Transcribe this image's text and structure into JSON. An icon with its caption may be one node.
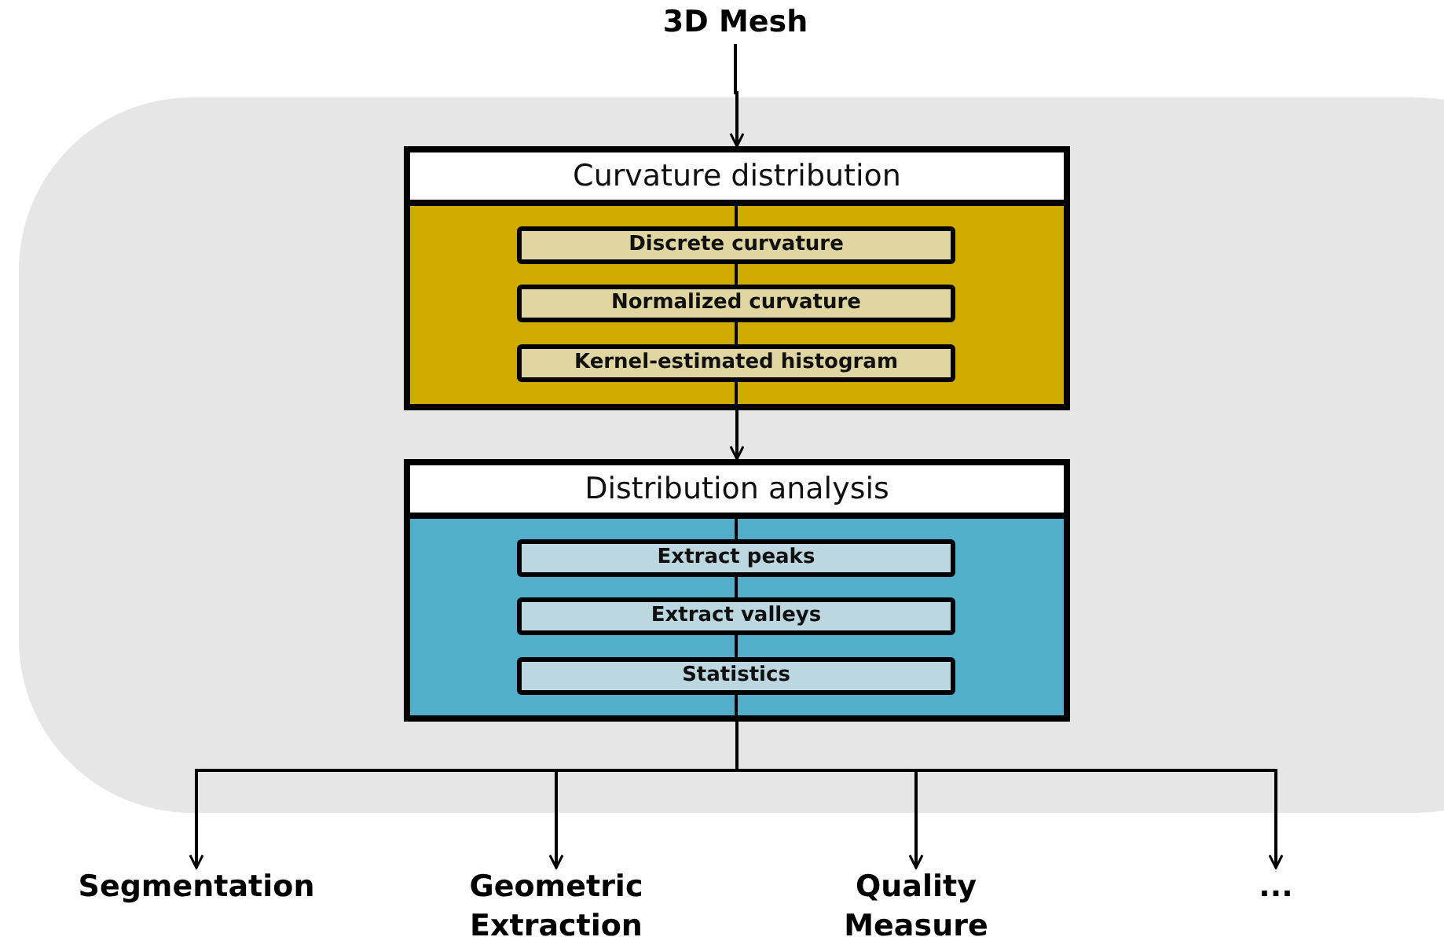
{
  "diagram": {
    "nodes": [
      {
        "text": [
          "3D Mesh"
        ]
      },
      {
        "text": [
          "Curvature distribution"
        ]
      },
      {
        "text": [
          "Discrete curvature"
        ],
        "in": 1
      },
      {
        "text": [
          "Normalized curvature"
        ],
        "in": 1
      },
      {
        "text": [
          "Kernel-estimated histogram"
        ],
        "in": 1
      },
      {
        "text": [
          "Distribution analysis"
        ]
      },
      {
        "text": [
          "Extract peaks"
        ],
        "in": 5
      },
      {
        "text": [
          "Extract valleys"
        ],
        "in": 5
      },
      {
        "text": [
          "Statistics"
        ],
        "in": 5
      },
      {
        "text": [
          "Segmentation"
        ]
      },
      {
        "text": [
          "Geometric Extraction"
        ]
      },
      {
        "text": [
          "Quality Measure"
        ]
      },
      {
        "text": [
          "..."
        ]
      }
    ],
    "edges": [
      {
        "from": 0,
        "to": 1,
        "arrow": "to"
      },
      {
        "from": 1,
        "to": 2,
        "arrow": "none"
      },
      {
        "from": 2,
        "to": 3,
        "arrow": "none"
      },
      {
        "from": 3,
        "to": 4,
        "arrow": "none"
      },
      {
        "from": 4,
        "to": 1,
        "arrow": "none"
      },
      {
        "from": 1,
        "to": 5,
        "arrow": "to"
      },
      {
        "from": 5,
        "to": 6,
        "arrow": "none"
      },
      {
        "from": 6,
        "to": 7,
        "arrow": "none"
      },
      {
        "from": 7,
        "to": 8,
        "arrow": "none"
      },
      {
        "from": 8,
        "to": 5,
        "arrow": "none"
      },
      {
        "from": 5,
        "to": 9,
        "arrow": "to"
      },
      {
        "from": 5,
        "to": 10,
        "arrow": "to"
      },
      {
        "from": 5,
        "to": 11,
        "arrow": "to"
      },
      {
        "from": 5,
        "to": 12,
        "arrow": "to"
      }
    ]
  }
}
